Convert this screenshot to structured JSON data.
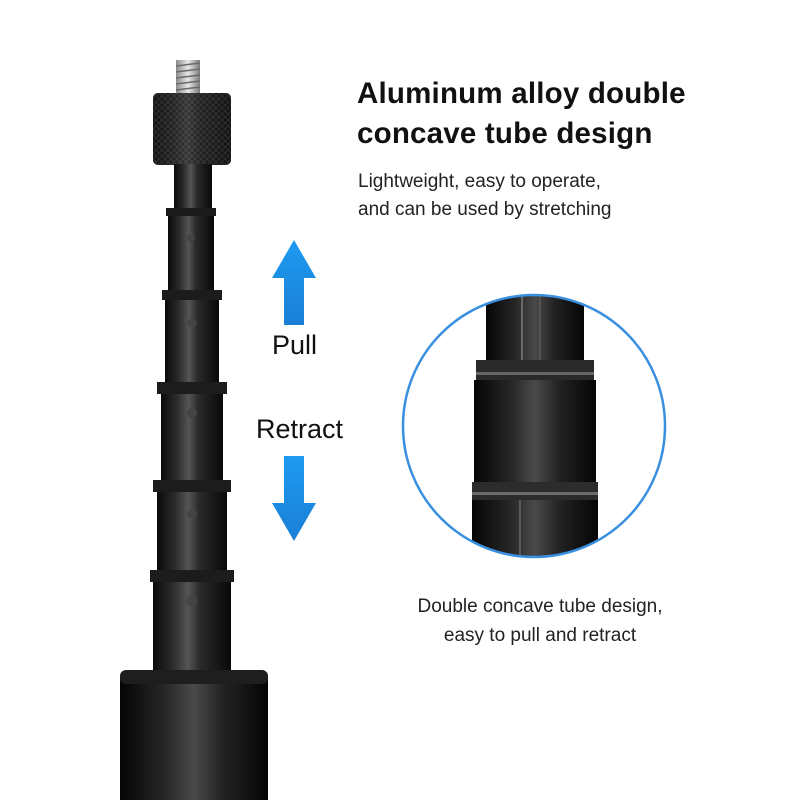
{
  "headline": {
    "line1": "Aluminum alloy double",
    "line2": "concave tube design"
  },
  "subtext": {
    "line1": "Lightweight, easy to operate,",
    "line2": "and can be used by stretching"
  },
  "arrows": {
    "pull_label": "Pull",
    "retract_label": "Retract",
    "color": "#1a8ee6"
  },
  "detail_circle": {
    "border_color": "#3a8fe0"
  },
  "caption": {
    "line1": "Double concave tube design,",
    "line2": "easy to pull and retract"
  }
}
